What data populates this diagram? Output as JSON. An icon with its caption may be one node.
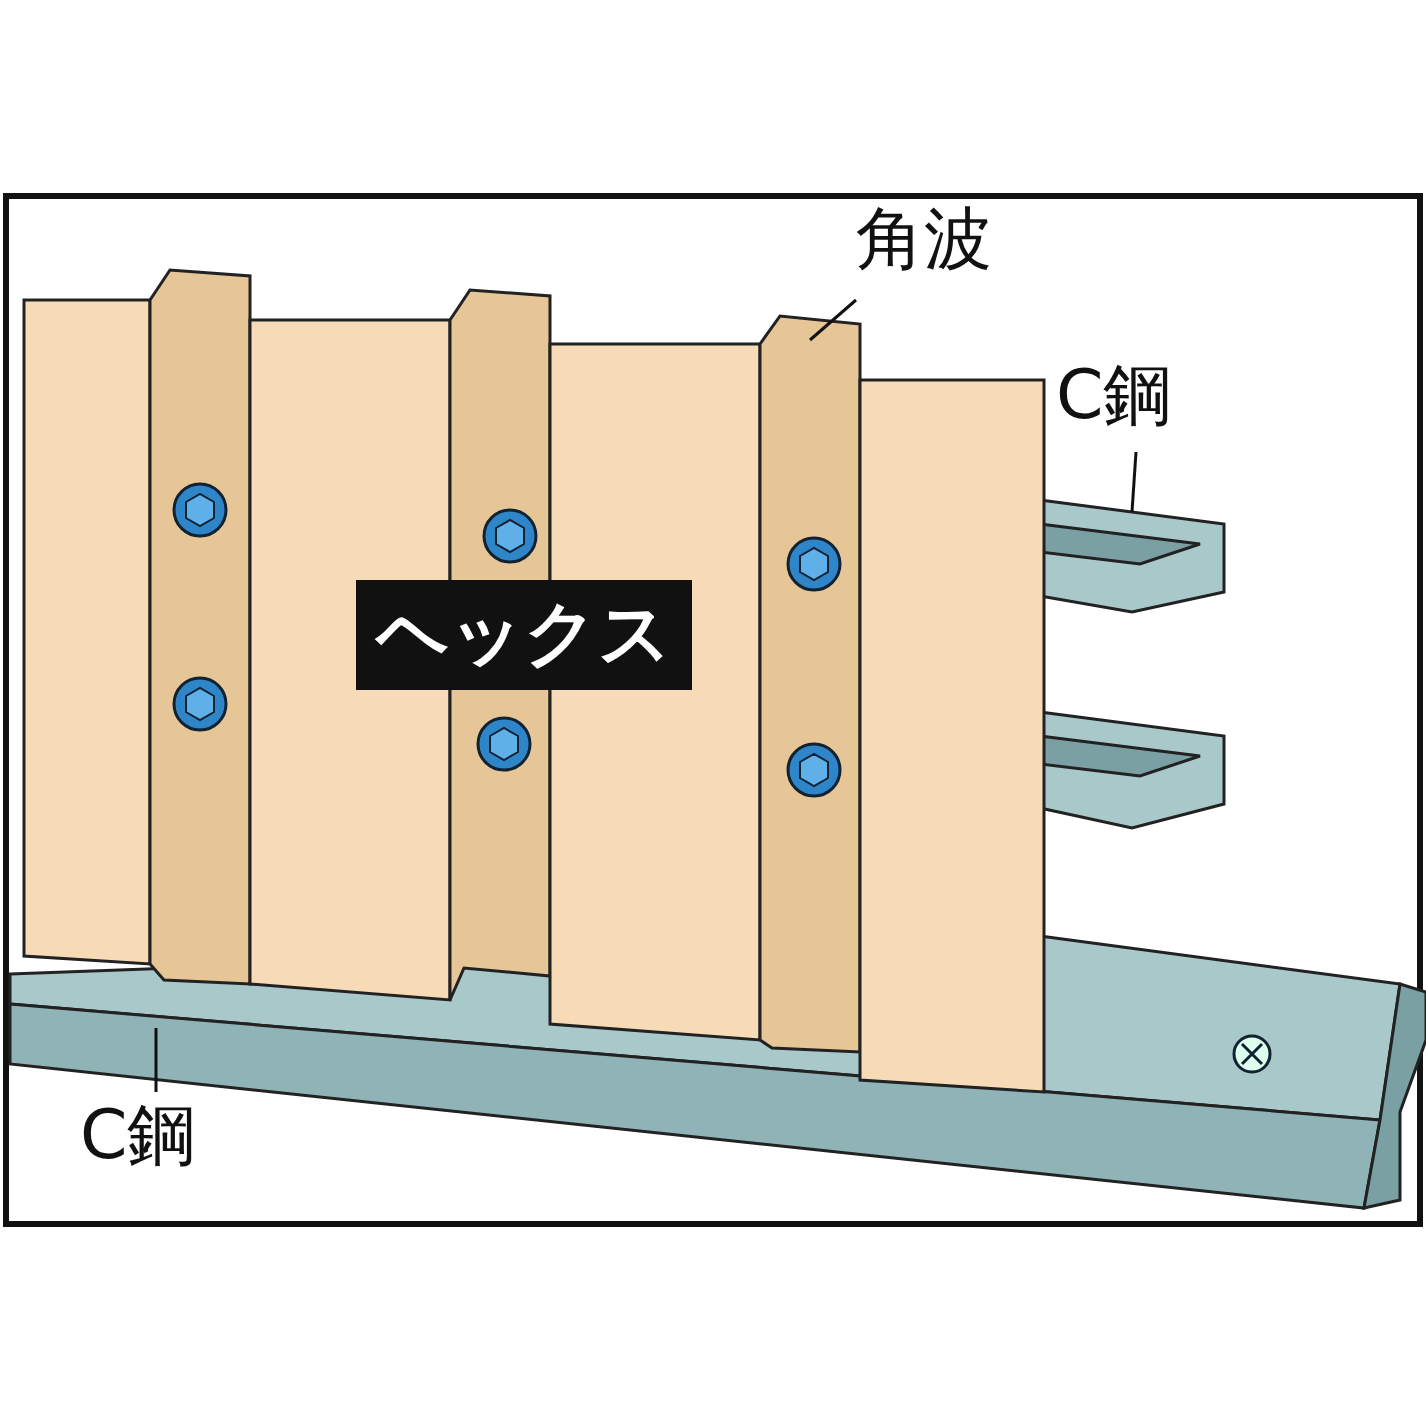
{
  "diagram": {
    "nodes": [
      {
        "text": [
          "角波"
        ]
      },
      {
        "text": [],
        "shape": "picture"
      },
      {
        "text": [
          "C鋼"
        ]
      },
      {
        "text": [],
        "shape": "picture"
      },
      {
        "text": [
          "C鋼"
        ]
      },
      {
        "text": [],
        "shape": "picture"
      }
    ],
    "edges": [
      {
        "from": 0,
        "to": 1,
        "arrow": "none"
      },
      {
        "from": 2,
        "to": 3,
        "arrow": "none"
      },
      {
        "from": 4,
        "to": 5,
        "arrow": "none"
      }
    ],
    "labels": [
      "ヘックス"
    ]
  }
}
